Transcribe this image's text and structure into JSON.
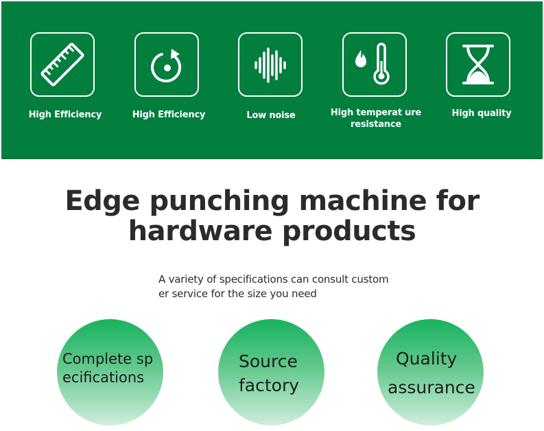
{
  "features": [
    {
      "label": "High Efficiency",
      "icon": "ruler-icon"
    },
    {
      "label": "High Efficiency",
      "icon": "rotate-icon"
    },
    {
      "label": "Low noise",
      "icon": "sound-wave-icon"
    },
    {
      "label": "High temperat ure resistance",
      "icon": "thermometer-flame-icon"
    },
    {
      "label": "High quality",
      "icon": "hourglass-icon"
    }
  ],
  "title": {
    "line1": "Edge punching machine for",
    "line2": "hardware products"
  },
  "subtitle": "A variety of specifications can consult customer service for the size you need",
  "badges": [
    {
      "line1": "Complete sp",
      "line2": "ecifications"
    },
    {
      "line1": "Source",
      "line2": "factory"
    },
    {
      "line1": "Quality",
      "line2": "assurance"
    }
  ],
  "colors": {
    "brand_green": "#027e3e",
    "circle_top": "#16b25f",
    "circle_bottom": "#cfeedc",
    "text_dark": "#2b2b2b"
  }
}
